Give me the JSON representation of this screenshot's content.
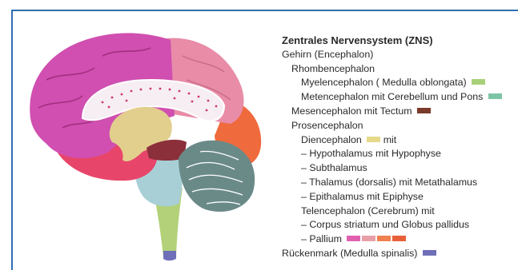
{
  "legend": {
    "title": "Zentrales Nervensystem (ZNS)",
    "rows": [
      {
        "text": "Gehirn (Encephalon)",
        "indent": 0,
        "swatches": []
      },
      {
        "text": "Rhombencephalon",
        "indent": 1,
        "swatches": []
      },
      {
        "text": "Myelencephalon ( Medulla oblongata)",
        "indent": 2,
        "swatches": [
          "#a8d07a"
        ]
      },
      {
        "text": "Metencephalon mit Cerebellum und Pons",
        "indent": 2,
        "swatches": [
          "#7cc4a4"
        ]
      },
      {
        "text": "Mesencephalon mit Tectum",
        "indent": 0,
        "swatches": [
          "#7b3b2a"
        ]
      },
      {
        "text": "Prosencephalon",
        "indent": 1,
        "swatches": []
      },
      {
        "text": "Diencephalon",
        "suffix": "mit",
        "indent": 2,
        "swatches": [
          "#e6d98a"
        ]
      },
      {
        "text": "– Hypothalamus mit Hypophyse",
        "indent": 2,
        "swatches": []
      },
      {
        "text": "– Subthalamus",
        "indent": 2,
        "swatches": []
      },
      {
        "text": "– Thalamus (dorsalis) mit Metathalamus",
        "indent": 2,
        "swatches": []
      },
      {
        "text": "– Epithalamus mit Epiphyse",
        "indent": 2,
        "swatches": []
      },
      {
        "text": "Telencephalon (Cerebrum) mit",
        "indent": 2,
        "swatches": []
      },
      {
        "text": "– Corpus striatum und Globus pallidus",
        "indent": 2,
        "swatches": []
      },
      {
        "text": "– Pallium",
        "indent": 2,
        "swatches": [
          "#e060b0",
          "#e8a0a8",
          "#f08050",
          "#e8603a"
        ]
      },
      {
        "text": "Rückenmark (Medulla spinalis)",
        "indent": 0,
        "swatches": [
          "#6f6fb8"
        ]
      }
    ]
  },
  "colors": {
    "frame": "#2f6fb0",
    "cortex_medial": "#d04fb0",
    "cortex_parietal": "#e88ca8",
    "cortex_occipital": "#ef6a3c",
    "cortex_temporal": "#e8456a",
    "diencephalon": "#e2cf8e",
    "mesencephalon": "#8b2f3a",
    "cerebellum": "#6a8a88",
    "brainstem": "#a8cfd6",
    "medulla": "#b2d178",
    "spinal_cord": "#6f6fb8"
  }
}
